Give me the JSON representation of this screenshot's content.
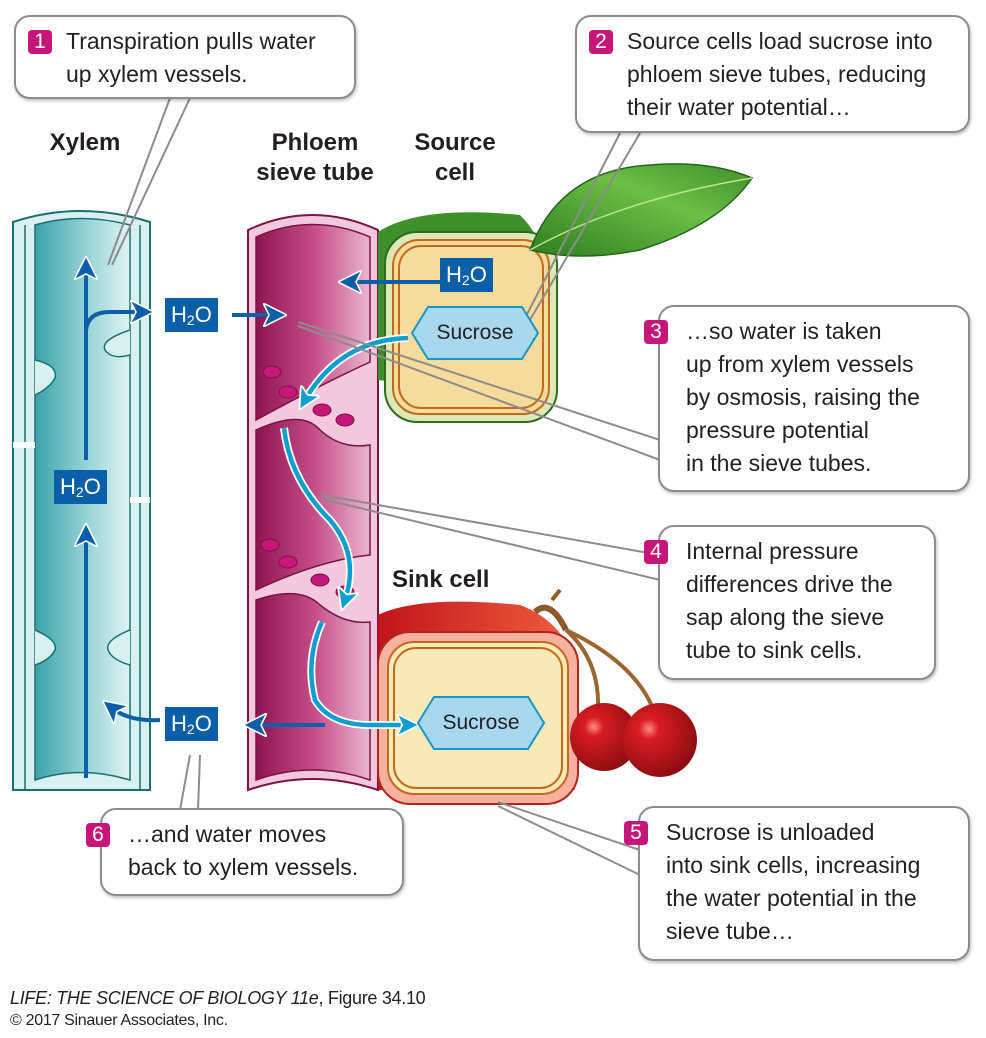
{
  "labels": {
    "xylem": "Xylem",
    "phloem_line1": "Phloem",
    "phloem_line2": "sieve tube",
    "source_line1": "Source",
    "source_line2": "cell",
    "sink": "Sink cell"
  },
  "molecules": {
    "water_main": "H",
    "water_sub": "2",
    "water_tail": "O",
    "sucrose": "Sucrose"
  },
  "steps": [
    {
      "num": "1",
      "lines": [
        "Transpiration pulls water",
        "up  xylem vessels."
      ]
    },
    {
      "num": "2",
      "lines": [
        "Source cells load sucrose into",
        "phloem sieve tubes, reducing",
        "their water potential…"
      ]
    },
    {
      "num": "3",
      "lines": [
        "…so water is taken",
        "up from xylem vessels",
        "by osmosis, raising the",
        "pressure potential",
        "in the sieve tubes."
      ]
    },
    {
      "num": "4",
      "lines": [
        "Internal pressure",
        "differences drive the",
        "sap along the sieve",
        "tube to sink cells."
      ]
    },
    {
      "num": "5",
      "lines": [
        "Sucrose is unloaded",
        "into sink cells, increasing",
        "the water potential in the",
        "sieve tube…"
      ]
    },
    {
      "num": "6",
      "lines": [
        "…and water moves",
        "back to xylem vessels."
      ]
    }
  ],
  "credit": {
    "book_italic": "LIFE: THE SCIENCE OF BIOLOGY 11e",
    "figure": ", Figure 34.10",
    "copyright": "© 2017 Sinauer Associates, Inc."
  },
  "colors": {
    "step_badge": "#c8157a",
    "water_box": "#0b5ea8",
    "flow_arrow": "#0f9fcf",
    "xylem": "#6fc2c6",
    "phloem": "#b8306f"
  }
}
